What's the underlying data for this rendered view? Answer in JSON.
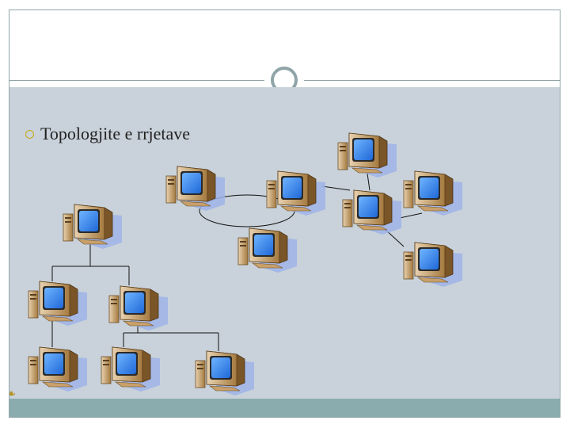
{
  "slide": {
    "bullet_text": "Topologjite e rrjetave",
    "bullet_icon": "circle-bullet-icon",
    "footer_icon": "decorative-scroll-icon",
    "colors": {
      "body": "#c9d2da",
      "footer": "#8aacaf",
      "accent": "#8fa5a8",
      "bullet": "#c7a814"
    }
  },
  "diagram": {
    "groups": [
      "tree",
      "ring",
      "star"
    ]
  }
}
